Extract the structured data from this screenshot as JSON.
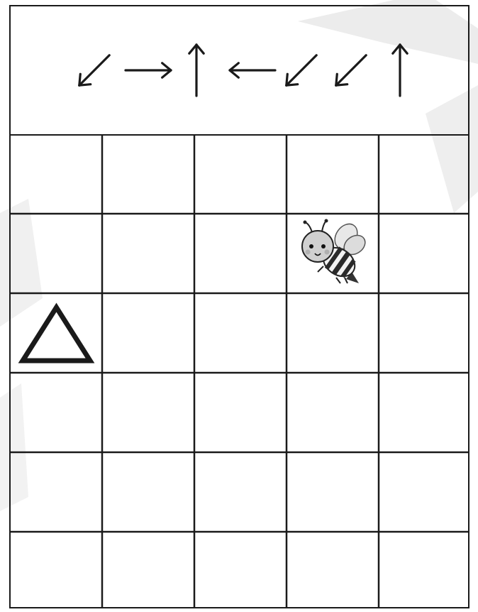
{
  "instructions": {
    "arrows": [
      "down-left",
      "right",
      "up",
      "left",
      "down-left",
      "down-left",
      "up"
    ],
    "color": "#1a1a1a"
  },
  "grid": {
    "columns": 5,
    "rows": 6,
    "line_color": "#1a1a1a"
  },
  "pieces": [
    {
      "type": "bee",
      "icon": "bee-icon",
      "column": 4,
      "row": 2
    },
    {
      "type": "triangle",
      "icon": "triangle-icon",
      "column": 1,
      "row": 3
    }
  ],
  "watermark_color": "#e9e9e9"
}
